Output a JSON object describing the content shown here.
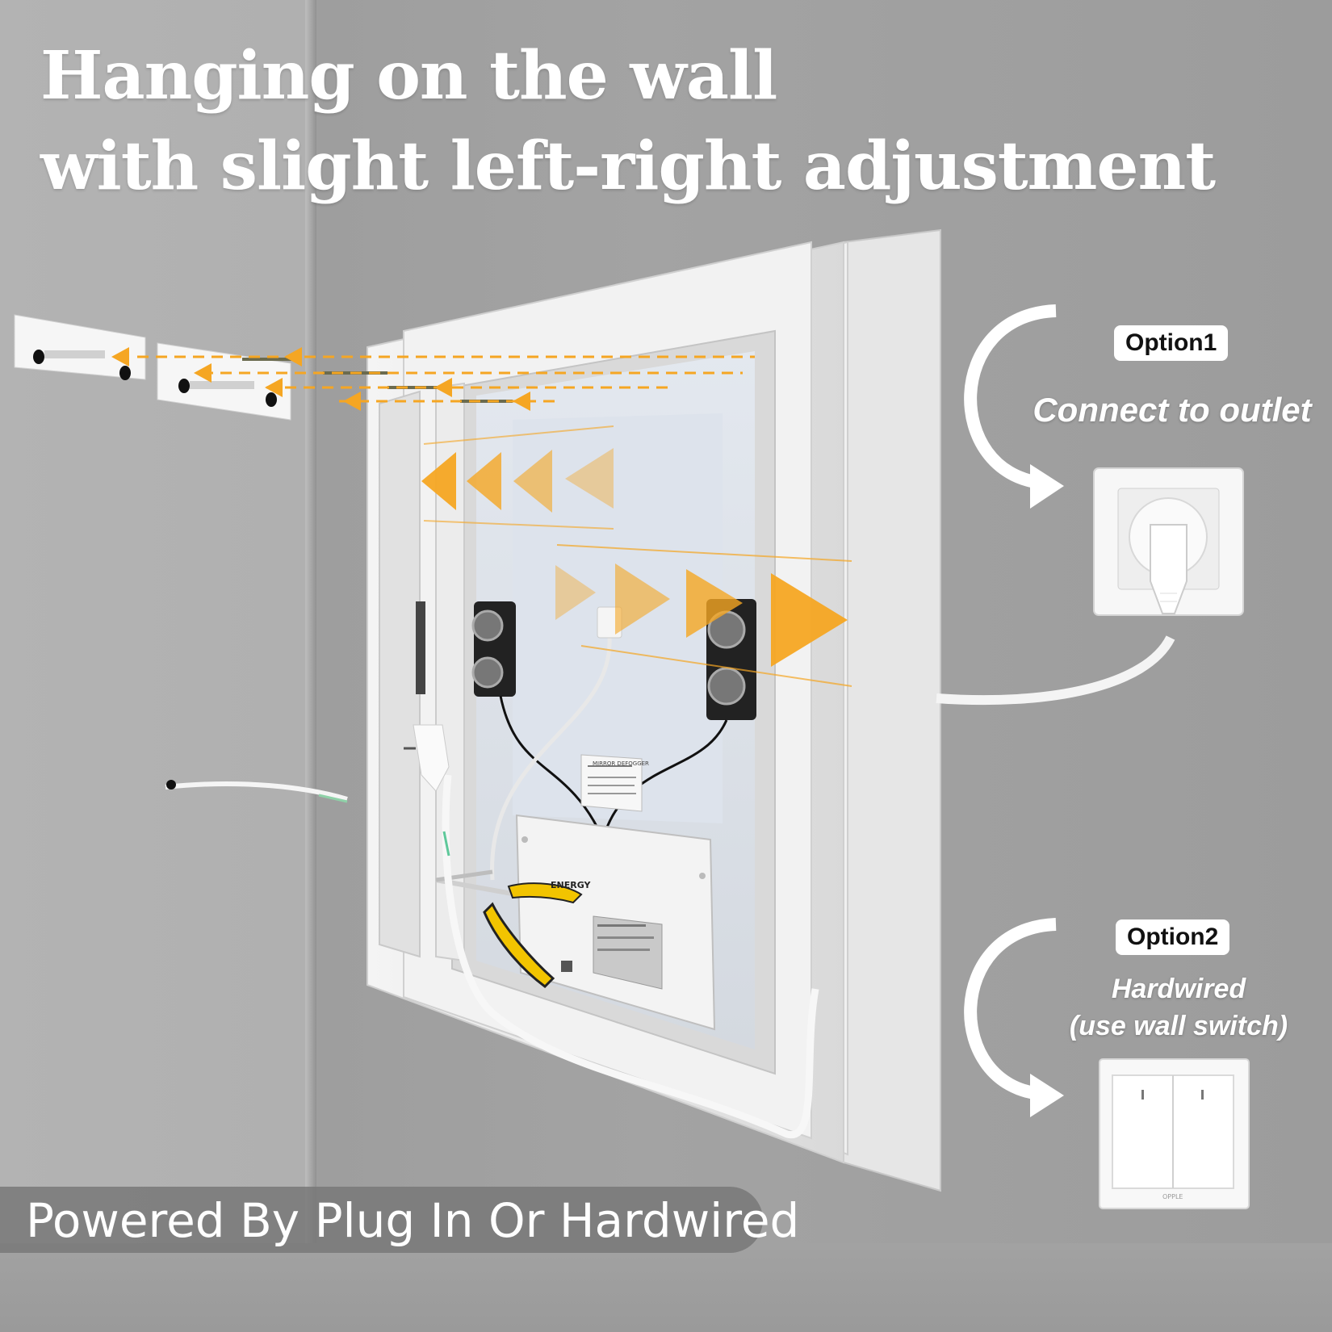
{
  "headline": {
    "line1": "Hanging on the wall",
    "line2": "with slight left-right adjustment"
  },
  "option1": {
    "badge": "Option1",
    "description": "Connect to outlet"
  },
  "option2": {
    "badge": "Option2",
    "description_line1": "Hardwired",
    "description_line2": "(use wall switch)"
  },
  "bottom_banner": {
    "text": "Powered By Plug In Or Hardwired"
  },
  "product_labels": {
    "defogger_label": "MIRROR DEFOGGER",
    "driver_brand": "ENERGY",
    "switch_brand": "OPPLE"
  },
  "colors": {
    "accent_orange": "#f5a623",
    "text_white": "#ffffff",
    "wall_gray": "#a3a3a3",
    "frame_white": "#eeeeee"
  },
  "icons": {
    "outlet": "power-outlet-with-plug-icon",
    "switch": "double-wall-switch-icon",
    "curved_arrow": "curved-arrow-icon"
  }
}
